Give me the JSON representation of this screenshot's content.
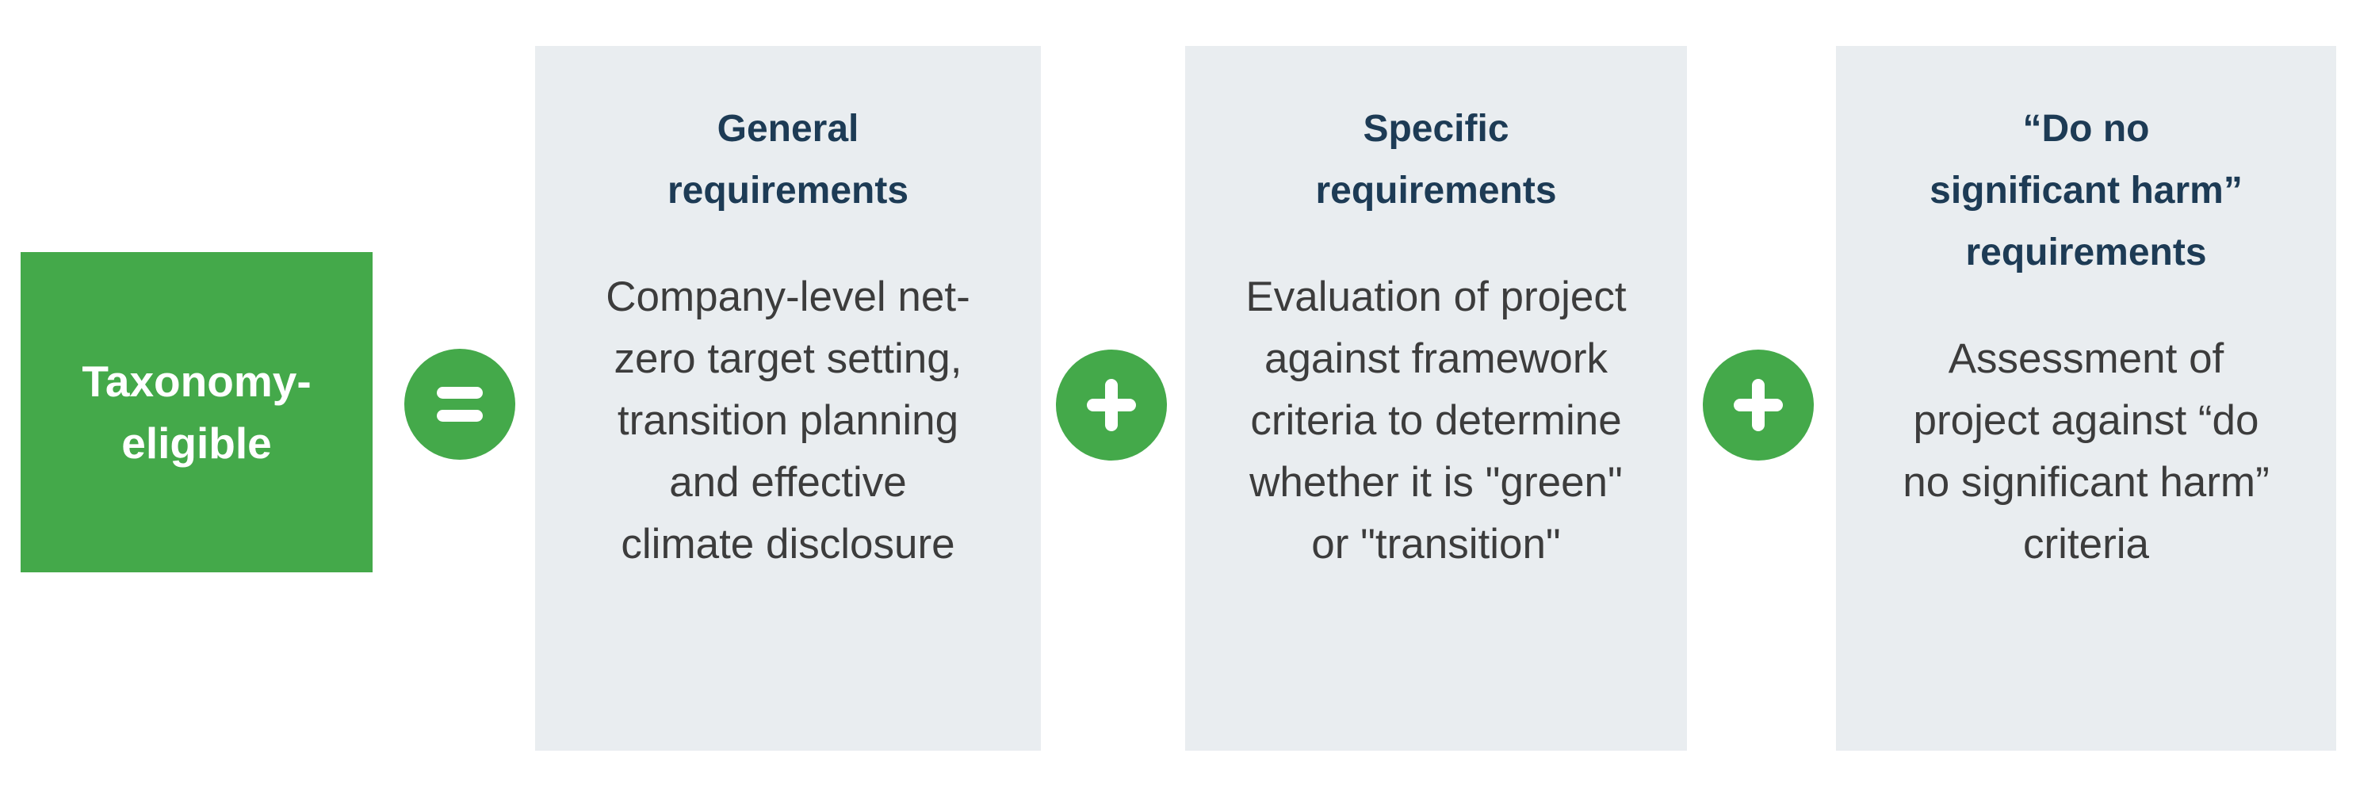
{
  "colors": {
    "background": "#FFFFFF",
    "green": "#44A94A",
    "box_bg": "#E9EDF0",
    "heading_text": "#1D3B55",
    "body_text": "#3C3C3C",
    "eligible_text": "#FFFFFF"
  },
  "eligible_box": {
    "label_lines": [
      "Taxonomy-",
      "eligible"
    ]
  },
  "operators": {
    "equals_icon": "equals-icon",
    "plus_icon": "plus-icon",
    "equals_symbol": "=",
    "plus_symbol": "+"
  },
  "requirement_boxes": [
    {
      "id": "general-requirements",
      "heading_lines": [
        "General",
        "requirements"
      ],
      "body_lines": [
        "Company-level net-",
        "zero target setting,",
        "transition planning",
        "and effective",
        "climate disclosure"
      ]
    },
    {
      "id": "specific-requirements",
      "heading_lines": [
        "Specific",
        "requirements"
      ],
      "body_lines": [
        "Evaluation of project",
        "against framework",
        "criteria to determine",
        "whether it is \"green\"",
        "or \"transition\""
      ]
    },
    {
      "id": "do-no-significant-harm-requirements",
      "heading_lines": [
        "“Do no",
        "significant harm”",
        "requirements"
      ],
      "body_lines": [
        "Assessment of",
        "project against “do",
        "no significant harm”",
        "criteria"
      ]
    }
  ]
}
